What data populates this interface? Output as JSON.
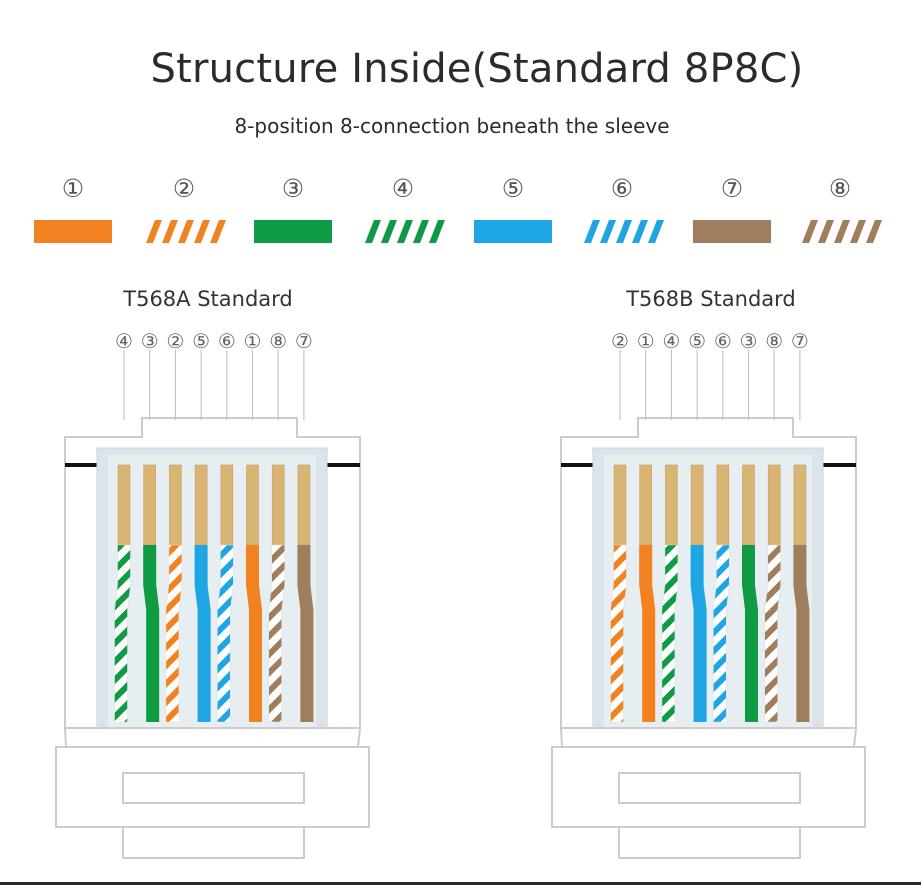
{
  "title": "Structure Inside(Standard 8P8C)",
  "subtitle": "8-position 8-connection beneath the sleeve",
  "colors": {
    "orange": "#f28220",
    "green": "#0f9a44",
    "blue": "#1ea5e4",
    "brown": "#a07d5c",
    "copper": "#d8b475",
    "outline": "#cccccc",
    "housing": "#dbe4ea"
  },
  "legend": [
    {
      "num": "①",
      "color": "orange",
      "striped": false
    },
    {
      "num": "②",
      "color": "orange",
      "striped": true
    },
    {
      "num": "③",
      "color": "green",
      "striped": false
    },
    {
      "num": "④",
      "color": "green",
      "striped": true
    },
    {
      "num": "⑤",
      "color": "blue",
      "striped": false
    },
    {
      "num": "⑥",
      "color": "blue",
      "striped": true
    },
    {
      "num": "⑦",
      "color": "brown",
      "striped": false
    },
    {
      "num": "⑧",
      "color": "brown",
      "striped": true
    }
  ],
  "standards": [
    {
      "title": "T568A Standard",
      "order": [
        4,
        3,
        2,
        5,
        6,
        1,
        8,
        7
      ]
    },
    {
      "title": "T568B Standard",
      "order": [
        2,
        1,
        4,
        5,
        6,
        3,
        8,
        7
      ]
    }
  ]
}
